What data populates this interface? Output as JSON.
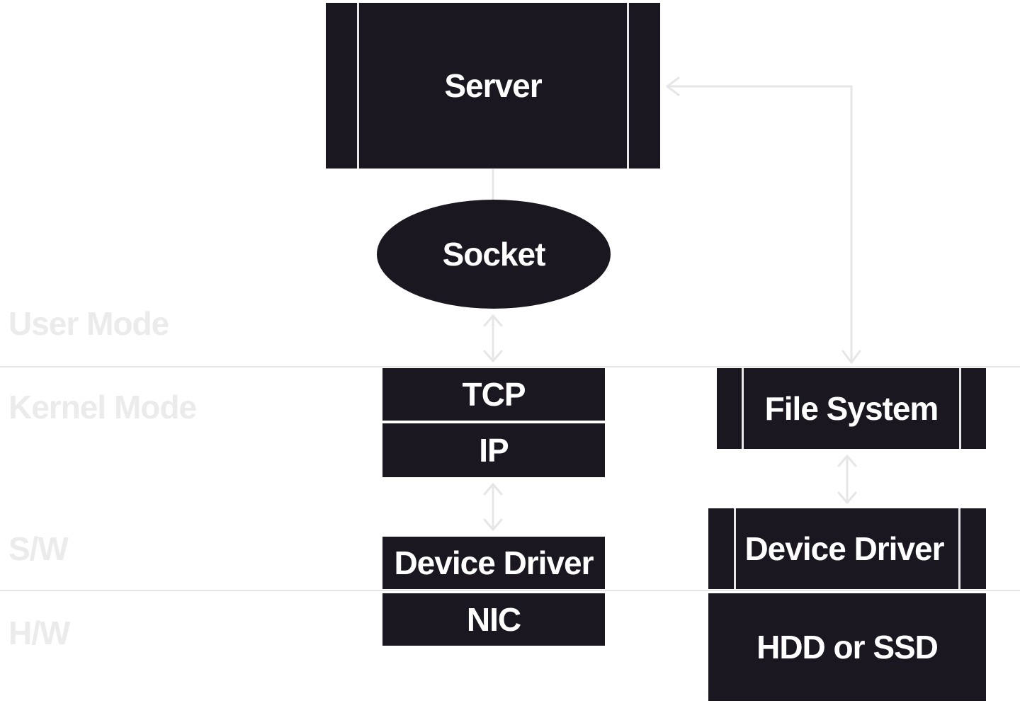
{
  "layers": {
    "user_mode": "User Mode",
    "kernel_mode": "Kernel Mode",
    "software": "S/W",
    "hardware": "H/W"
  },
  "nodes": {
    "server": "Server",
    "socket": "Socket",
    "tcp": "TCP",
    "ip": "IP",
    "net_driver": "Device Driver",
    "nic": "NIC",
    "file_system": "File System",
    "storage_driver": "Device Driver",
    "storage": "HDD or SSD"
  },
  "colors": {
    "node_fill": "#1a1720",
    "node_text": "#ffffff",
    "connector": "#e6e6e6",
    "layer_label": "#ebebeb"
  }
}
